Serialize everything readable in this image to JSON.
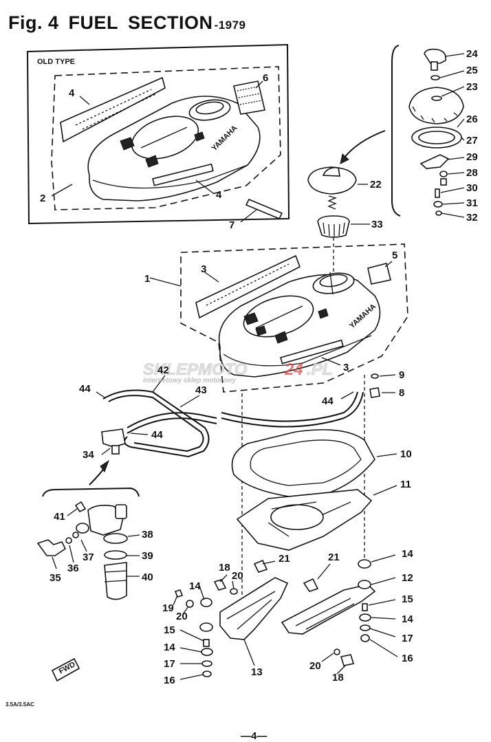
{
  "header": {
    "fig": "Fig. 4",
    "section_a": "FUEL",
    "section_b": "SECTION",
    "year": "-1979"
  },
  "old_type_label": "OLD TYPE",
  "brand_text": "YAMAHA",
  "watermark": {
    "brand": "SKLEPMOTO",
    "suffix": "24",
    "domain": ".PL",
    "tagline": "internetowy sklep motorowy"
  },
  "fwd_label": "FWD",
  "model_code": "3.5A/3.5AC",
  "page_number": "—4—",
  "callouts": {
    "c1": "1",
    "c2": "2",
    "c3a": "3",
    "c3b": "3",
    "c4a": "4",
    "c4b": "4",
    "c5": "5",
    "c6": "6",
    "c7": "7",
    "c8": "8",
    "c9": "9",
    "c10": "10",
    "c11": "11",
    "c12": "12",
    "c13": "13",
    "c14a": "14",
    "c14b": "14",
    "c14c": "14",
    "c14d": "14",
    "c15a": "15",
    "c15b": "15",
    "c16a": "16",
    "c16b": "16",
    "c17a": "17",
    "c17b": "17",
    "c18a": "18",
    "c18b": "18",
    "c19": "19",
    "c20a": "20",
    "c20b": "20",
    "c20c": "20",
    "c21a": "21",
    "c21b": "21",
    "c22": "22",
    "c23": "23",
    "c24": "24",
    "c25": "25",
    "c26": "26",
    "c27": "27",
    "c28": "28",
    "c29": "29",
    "c30": "30",
    "c31": "31",
    "c32": "32",
    "c33": "33",
    "c34": "34",
    "c35": "35",
    "c36": "36",
    "c37": "37",
    "c38": "38",
    "c39": "39",
    "c40": "40",
    "c41": "41",
    "c42": "42",
    "c43": "43",
    "c44a": "44",
    "c44b": "44",
    "c44c": "44"
  }
}
